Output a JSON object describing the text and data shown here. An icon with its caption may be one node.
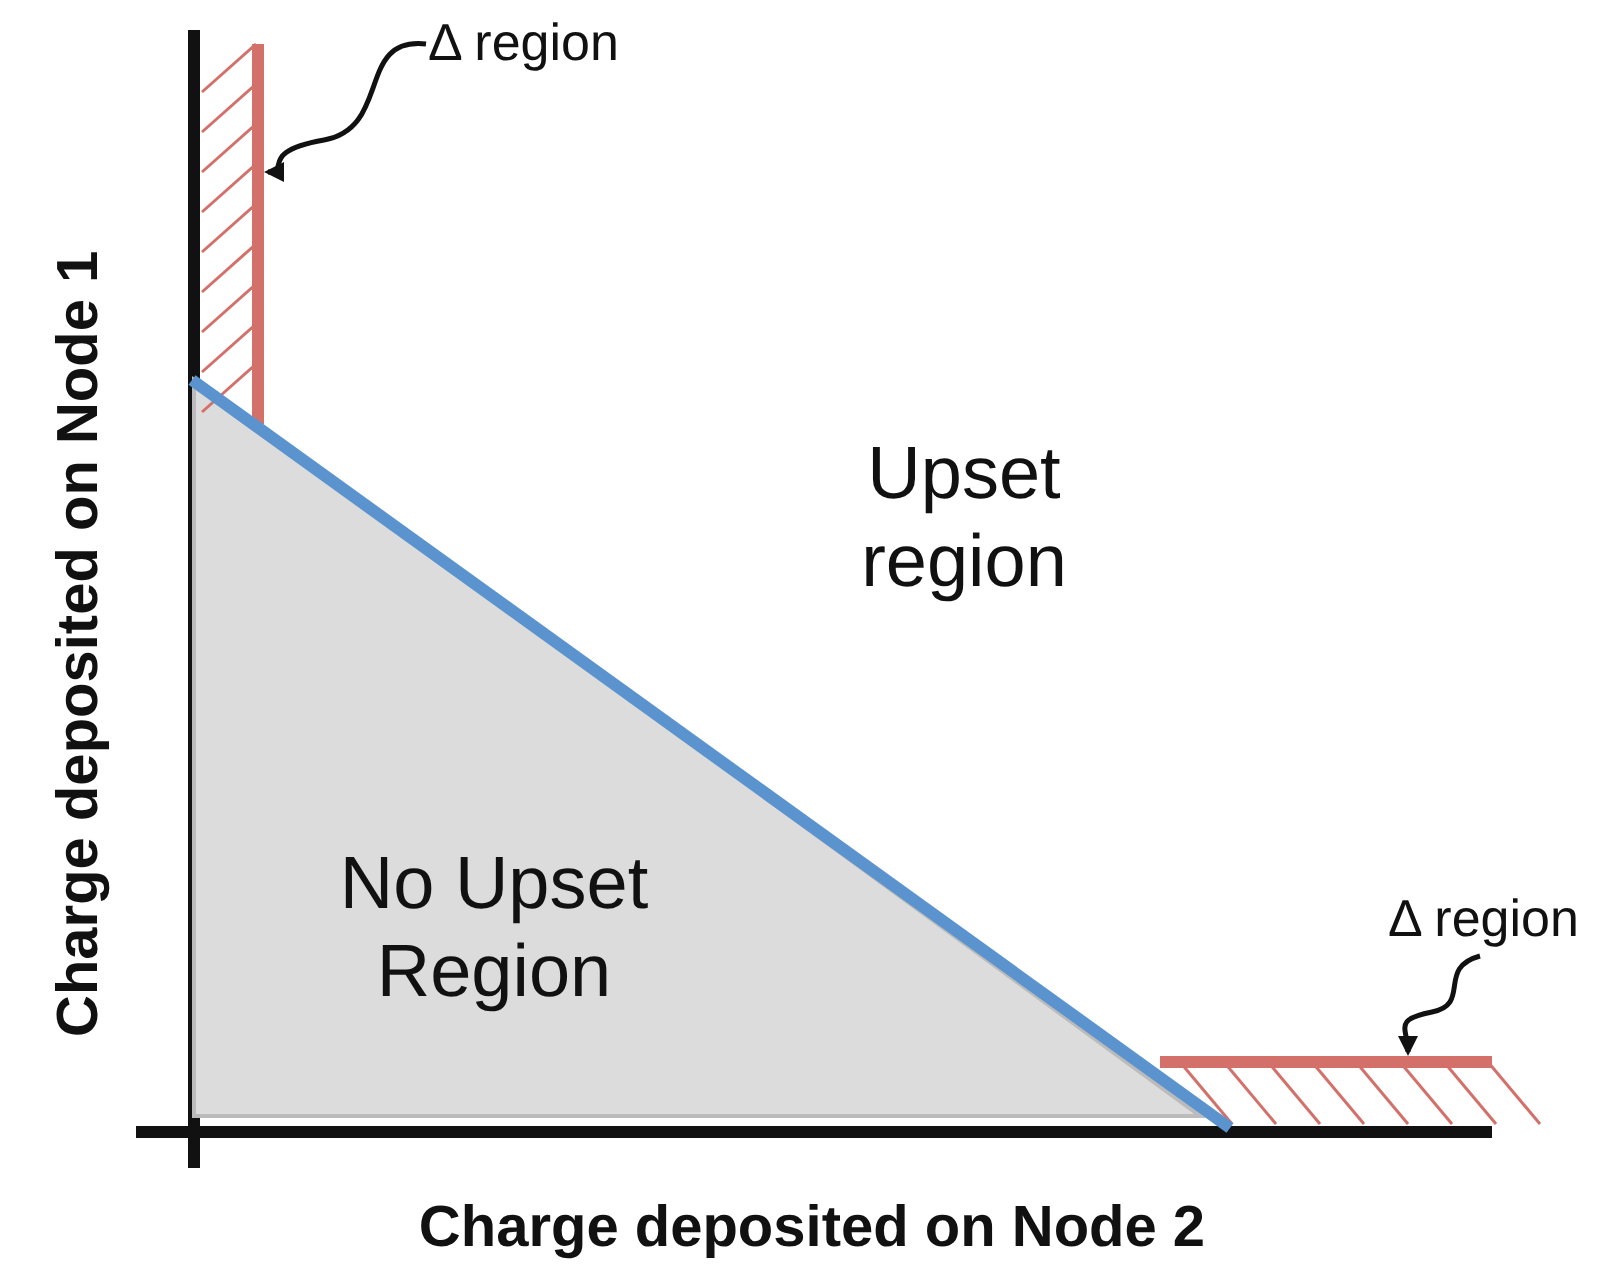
{
  "diagram": {
    "nodes": [
      {
        "text": [
          "No Upset Region"
        ]
      },
      {
        "text": [
          "Δ region"
        ]
      },
      {
        "text": [],
        "shape": "bar"
      },
      {
        "text": [
          "Δ region"
        ]
      },
      {
        "text": [],
        "shape": "bar"
      }
    ],
    "edges": [
      {
        "from": 1,
        "to": 2,
        "arrow": "to"
      },
      {
        "from": 3,
        "to": 4,
        "arrow": "to"
      }
    ],
    "labels": [
      "Upset region",
      "Charge deposited on Node 1",
      "Charge deposited on Node 2"
    ]
  }
}
